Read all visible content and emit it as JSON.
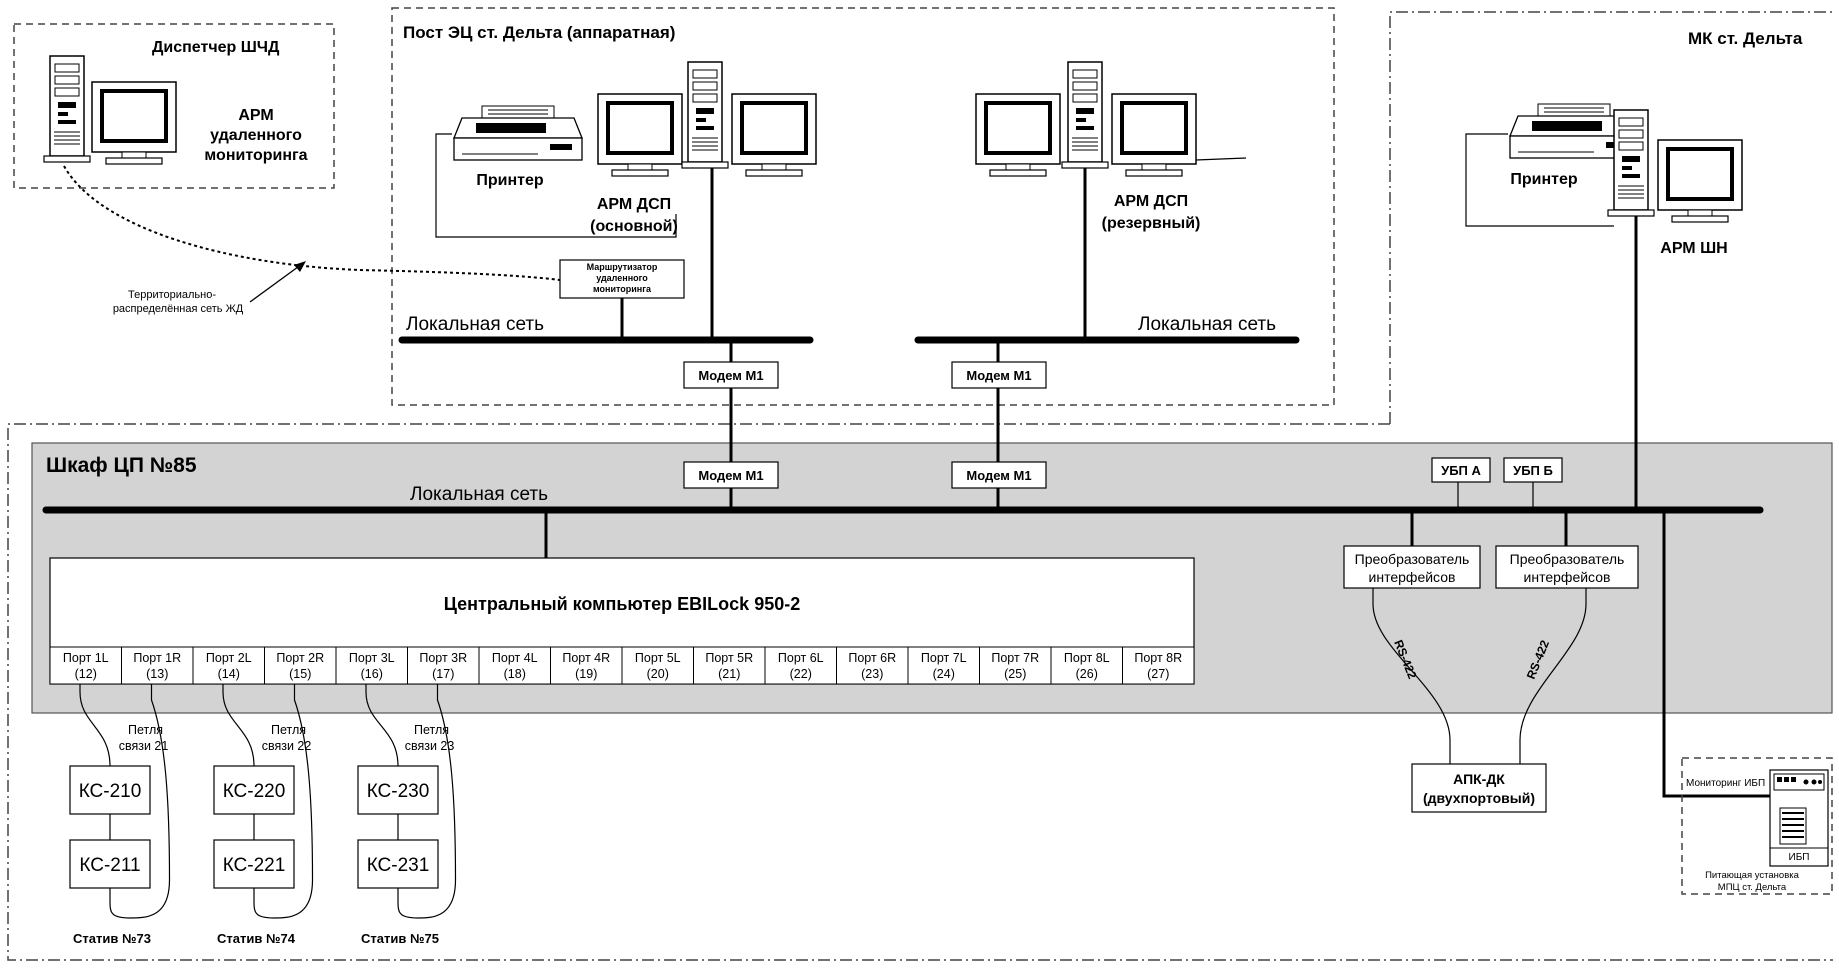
{
  "regions": {
    "dispatcher_title": "Диспетчер ШЧД",
    "post_title": "Пост ЭЦ ст. Дельта (аппаратная)",
    "mk_title": "МК ст. Дельта",
    "cabinet_title": "Шкаф ЦП №85"
  },
  "workstations": {
    "remote_line1": "АРМ",
    "remote_line2": "удаленного",
    "remote_line3": "мониторинга",
    "dsp_main_line1": "АРМ ДСП",
    "dsp_main_line2": "(основной)",
    "dsp_reserve_line1": "АРМ ДСП",
    "dsp_reserve_line2": "(резервный)",
    "shn": "АРМ ШН"
  },
  "printers": {
    "post": "Принтер",
    "mk": "Принтер"
  },
  "router": {
    "line1": "Маршрутизатор",
    "line2": "удаленного",
    "line3": "мониторинга"
  },
  "wan": {
    "line1": "Территориально-",
    "line2": "распределённая сеть ЖД"
  },
  "lan": {
    "post_left": "Локальная сеть",
    "post_right": "Локальная сеть",
    "cabinet": "Локальная сеть"
  },
  "modems": {
    "upper_left": "Модем М1",
    "upper_right": "Модем М1",
    "lower_left": "Модем М1",
    "lower_right": "Модем М1"
  },
  "ubp": {
    "a": "УБП А",
    "b": "УБП Б"
  },
  "converters": {
    "left_line1": "Преобразователь",
    "left_line2": "интерфейсов",
    "right_line1": "Преобразователь",
    "right_line2": "интерфейсов"
  },
  "rs422": {
    "left": "RS-422",
    "right": "RS-422"
  },
  "apk": {
    "line1": "АПК-ДК",
    "line2": "(двухпортовый)"
  },
  "central_computer": {
    "title": "Центральный компьютер EBILock 950-2",
    "ports": [
      {
        "name": "Порт 1L",
        "num": "(12)"
      },
      {
        "name": "Порт 1R",
        "num": "(13)"
      },
      {
        "name": "Порт 2L",
        "num": "(14)"
      },
      {
        "name": "Порт 2R",
        "num": "(15)"
      },
      {
        "name": "Порт 3L",
        "num": "(16)"
      },
      {
        "name": "Порт 3R",
        "num": "(17)"
      },
      {
        "name": "Порт 4L",
        "num": "(18)"
      },
      {
        "name": "Порт 4R",
        "num": "(19)"
      },
      {
        "name": "Порт 5L",
        "num": "(20)"
      },
      {
        "name": "Порт 5R",
        "num": "(21)"
      },
      {
        "name": "Порт 6L",
        "num": "(22)"
      },
      {
        "name": "Порт 6R",
        "num": "(23)"
      },
      {
        "name": "Порт 7L",
        "num": "(24)"
      },
      {
        "name": "Порт 7R",
        "num": "(25)"
      },
      {
        "name": "Порт 8L",
        "num": "(26)"
      },
      {
        "name": "Порт 8R",
        "num": "(27)"
      }
    ]
  },
  "loops": [
    {
      "line1": "Петля",
      "line2": "связи 21"
    },
    {
      "line1": "Петля",
      "line2": "связи 22"
    },
    {
      "line1": "Петля",
      "line2": "связи 23"
    }
  ],
  "racks": [
    {
      "top": "КС-210",
      "bottom": "КС-211",
      "caption": "Статив №73"
    },
    {
      "top": "КС-220",
      "bottom": "КС-221",
      "caption": "Статив №74"
    },
    {
      "top": "КС-230",
      "bottom": "КС-231",
      "caption": "Статив №75"
    }
  ],
  "ups": {
    "monitoring": "Мониторинг ИБП",
    "label": "ИБП",
    "caption_line1": "Питающая установка",
    "caption_line2": "МПЦ ст. Дельта"
  }
}
